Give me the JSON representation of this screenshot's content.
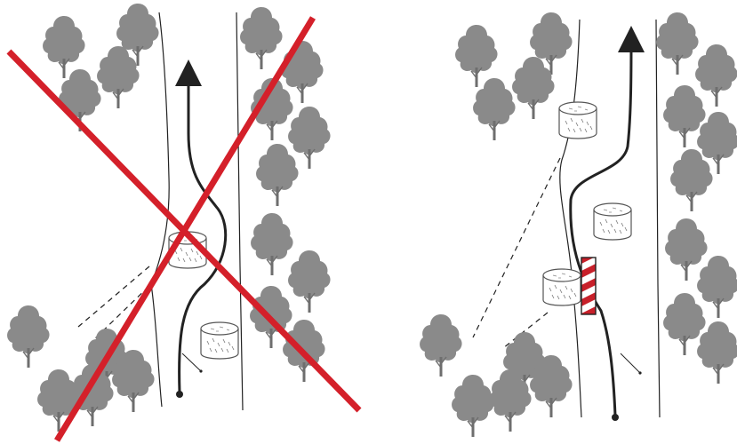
{
  "diagram": {
    "panels": [
      {
        "id": "incorrect",
        "verdict": "wrong",
        "cross_mark_color": "#d4202a",
        "route_line_color": "#222222",
        "elements": [
          "road-edges",
          "vehicle-path-arrow",
          "hay-bales",
          "trees",
          "dashed-track-lines",
          "red-x"
        ]
      },
      {
        "id": "correct",
        "verdict": "right",
        "route_line_color": "#222222",
        "elements": [
          "road-edges",
          "vehicle-path-arrow",
          "hay-bales",
          "striped-warning-post",
          "trees",
          "dashed-track-lines"
        ]
      }
    ],
    "colors": {
      "tree_fill": "#8a8a8a",
      "tree_trunk": "#6e6e6e",
      "post_red": "#c8202a",
      "bale_stroke": "#555555"
    }
  }
}
